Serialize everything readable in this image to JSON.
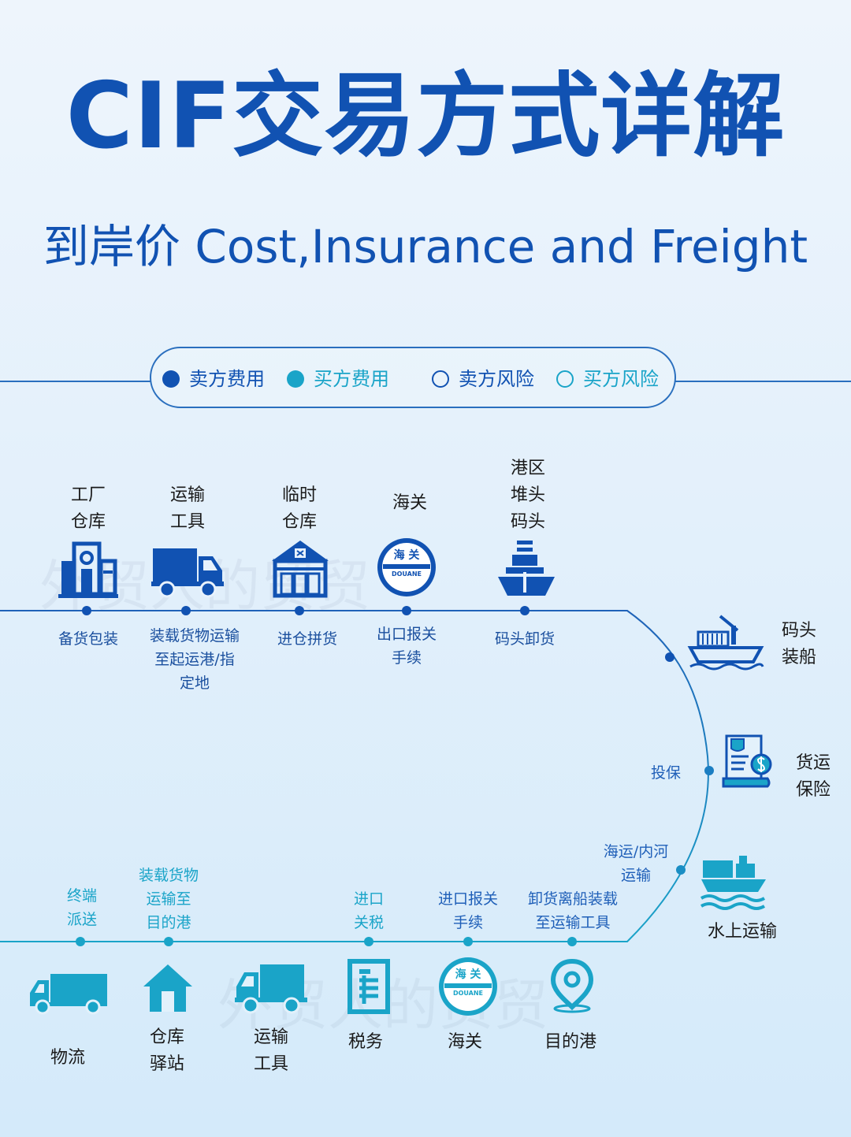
{
  "title": "CIF交易方式详解",
  "subtitle": "到岸价 Cost,Insurance and Freight",
  "legend": {
    "seller_cost": "卖方费用",
    "buyer_cost": "买方费用",
    "seller_risk": "卖方风险",
    "buyer_risk": "买方风险"
  },
  "colors": {
    "dark_blue": "#1152b2",
    "teal": "#1aa4c8",
    "line": "#2a6fbe"
  },
  "top_row": {
    "factory": {
      "label": "工厂\n仓库",
      "step": "备货包装",
      "icon": "factory-icon"
    },
    "transport": {
      "label": "运输\n工具",
      "step": "装载货物运输\n至起运港/指\n定地",
      "icon": "truck-icon"
    },
    "temp_warehouse": {
      "label": "临时\n仓库",
      "step": "进仓拼货",
      "icon": "warehouse-icon"
    },
    "customs": {
      "label": "海关",
      "step": "出口报关\n手续",
      "icon": "customs-badge-icon",
      "badge_cn": "海 关",
      "badge_en": "DOUANE"
    },
    "port": {
      "label": "港区\n堆头\n码头",
      "step": "码头卸货",
      "icon": "ship-icon"
    }
  },
  "right_side": {
    "loading": {
      "label": "码头\n装船",
      "icon": "cargo-ship-icon"
    },
    "insurance": {
      "label": "货运\n保险",
      "step": "投保",
      "icon": "insurance-icon"
    },
    "water": {
      "label": "水上运输",
      "step": "海运/内河\n运输",
      "icon": "boat-icon"
    }
  },
  "bottom_row": {
    "dest_port": {
      "label": "目的港",
      "step": "卸货离船装载\n至运输工具",
      "icon": "location-pin-icon"
    },
    "customs": {
      "label": "海关",
      "step": "进口报关\n手续",
      "icon": "customs-badge-icon",
      "badge_cn": "海 关",
      "badge_en": "DOUANE"
    },
    "tax": {
      "label": "税务",
      "step": "进口\n关税",
      "icon": "document-icon"
    },
    "transport": {
      "label": "运输\n工具",
      "step": "装载货物\n运输至\n目的港",
      "icon": "truck-icon"
    },
    "warehouse": {
      "label": "仓库\n驿站",
      "icon": "house-icon"
    },
    "logistics": {
      "label": "物流",
      "step": "终端\n派送",
      "icon": "delivery-truck-icon"
    }
  },
  "watermark": "外贸人的贸贸"
}
